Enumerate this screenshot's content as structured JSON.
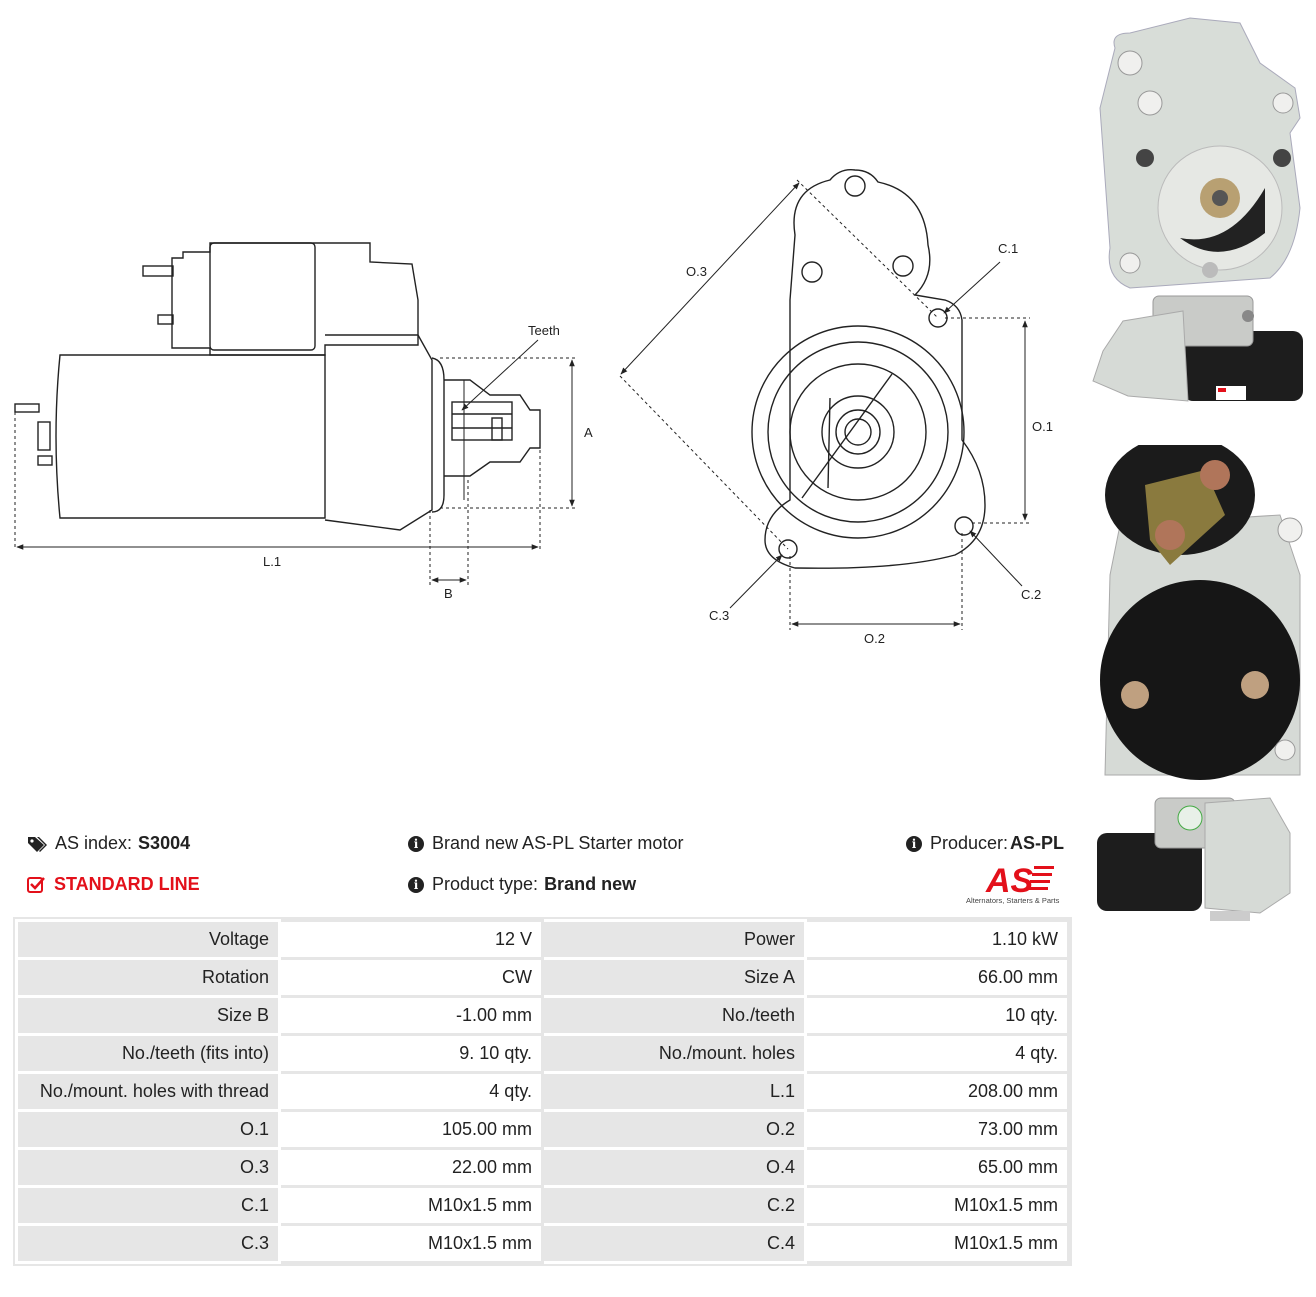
{
  "drawing": {
    "labels": {
      "teeth": "Teeth",
      "a": "A",
      "l1": "L.1",
      "b": "B",
      "o1": "O.1",
      "o2": "O.2",
      "o3": "O.3",
      "c1": "C.1",
      "c2": "C.2",
      "c3": "C.3"
    }
  },
  "info": {
    "as_index_label": "AS index:",
    "as_index_value": "S3004",
    "line": "STANDARD LINE",
    "description": "Brand new AS-PL Starter motor",
    "product_type_label": "Product type:",
    "product_type_value": "Brand new",
    "producer_label": "Producer:",
    "producer_value": "AS-PL",
    "logo_text": "AS",
    "logo_tagline": "Alternators, Starters & Parts",
    "brand_color": "#e3101a"
  },
  "specs": [
    [
      "Voltage",
      "12 V",
      "Power",
      "1.10 kW"
    ],
    [
      "Rotation",
      "CW",
      "Size A",
      "66.00 mm"
    ],
    [
      "Size B",
      "-1.00 mm",
      "No./teeth",
      "10 qty."
    ],
    [
      "No./teeth (fits into)",
      "9. 10 qty.",
      "No./mount. holes",
      "4 qty."
    ],
    [
      "No./mount. holes with thread",
      "4 qty.",
      "L.1",
      "208.00 mm"
    ],
    [
      "O.1",
      "105.00 mm",
      "O.2",
      "73.00 mm"
    ],
    [
      "O.3",
      "22.00 mm",
      "O.4",
      "65.00 mm"
    ],
    [
      "C.1",
      "M10x1.5 mm",
      "C.2",
      "M10x1.5 mm"
    ],
    [
      "C.3",
      "M10x1.5 mm",
      "C.4",
      "M10x1.5 mm"
    ]
  ]
}
